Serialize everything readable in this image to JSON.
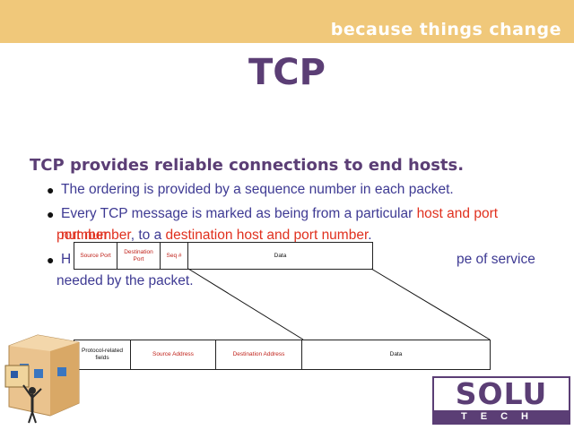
{
  "banner": {
    "tagline": "because things change"
  },
  "slide": {
    "title": "TCP",
    "headline": "TCP provides reliable connections to end hosts.",
    "bullets": {
      "b1": "The ordering is provided by a sequence number in each packet.",
      "b2_a": "Every TCP message is marked as being from a particular ",
      "b2_red1": "host and port number",
      "b2_b": ", to a ",
      "b2_red2": "destination host and port number",
      "b2_c": ".",
      "b3_a": "H",
      "b3_b": "pe of service",
      "b3_c": "needed by the packet."
    }
  },
  "tcp_header": {
    "source_port": "Source Port",
    "destination_port": "Destination Port",
    "seq": "Seq #",
    "data": "Data"
  },
  "ip_packet": {
    "protocol_fields": "Protocol-related fields",
    "source_address": "Source Address",
    "destination_address": "Destination Address",
    "data": "Data"
  },
  "logo": {
    "top": "SOLU",
    "bottom": "TECH"
  },
  "colors": {
    "banner": "#f0c87a",
    "title": "#5b3e75",
    "bullet_text": "#3e3a93",
    "highlight": "#e0301e"
  }
}
